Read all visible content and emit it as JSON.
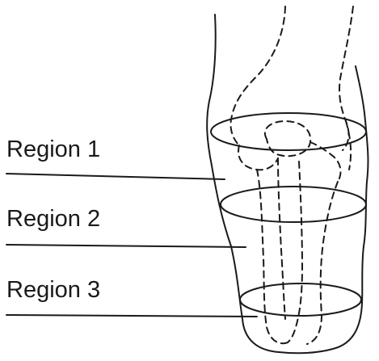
{
  "diagram": {
    "regions": [
      {
        "label": "Region 1"
      },
      {
        "label": "Region 2"
      },
      {
        "label": "Region 3"
      }
    ],
    "colors": {
      "line": "#1a1a1a",
      "background": "#ffffff"
    }
  }
}
